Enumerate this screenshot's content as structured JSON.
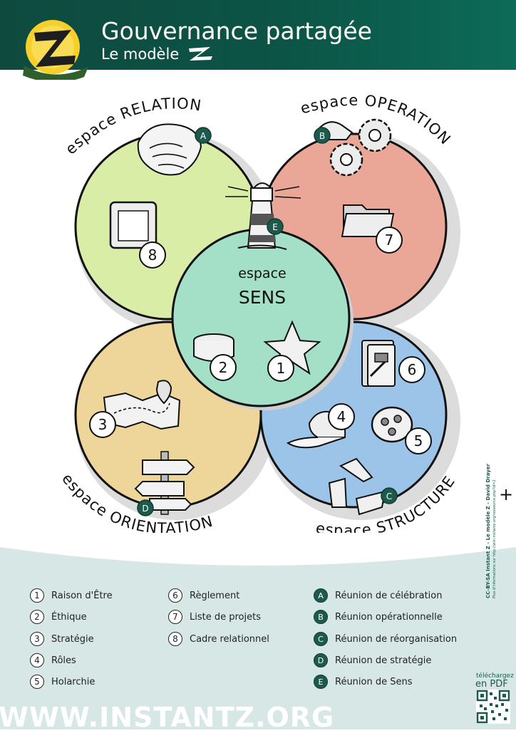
{
  "header": {
    "title": "Gouvernance partagée",
    "subtitle": "Le modèle",
    "logo_letter": "Z"
  },
  "spaces": {
    "relation": {
      "label": "espace RELATION",
      "color": "#d9eda6"
    },
    "operation": {
      "label": "espace OPERATION",
      "color": "#eaa697"
    },
    "orientation": {
      "label": "espace ORIENTATION",
      "color": "#eed59a"
    },
    "structure": {
      "label": "espace STRUCTURE",
      "color": "#9cc3e8"
    },
    "sens": {
      "label_top": "espace",
      "label_main": "SENS",
      "color": "#a3e0c7"
    }
  },
  "markers": {
    "n1": "1",
    "n2": "2",
    "n3": "3",
    "n4": "4",
    "n5": "5",
    "n6": "6",
    "n7": "7",
    "n8": "8",
    "A": "A",
    "B": "B",
    "C": "C",
    "D": "D",
    "E": "E"
  },
  "legend": {
    "numbers": [
      {
        "num": "1",
        "label": "Raison d'Être"
      },
      {
        "num": "2",
        "label": "Éthique"
      },
      {
        "num": "3",
        "label": "Stratégie"
      },
      {
        "num": "4",
        "label": "Rôles"
      },
      {
        "num": "5",
        "label": "Holarchie"
      },
      {
        "num": "6",
        "label": "Règlement"
      },
      {
        "num": "7",
        "label": "Liste de projets"
      },
      {
        "num": "8",
        "label": "Cadre relationnel"
      }
    ],
    "letters": [
      {
        "letter": "A",
        "label": "Réunion de célébration"
      },
      {
        "letter": "B",
        "label": "Réunion opérationnelle"
      },
      {
        "letter": "C",
        "label": "Réunion de réorganisation"
      },
      {
        "letter": "D",
        "label": "Réunion de stratégie"
      },
      {
        "letter": "E",
        "label": "Réunion de Sens"
      }
    ]
  },
  "footer": {
    "website": "WWW.INSTANTZ.ORG",
    "credit": "CC-BY-SA Instant Z - Le modèle Z - David Drayer",
    "credit_small": "Plus d'informations sur http://wiki.instantz.org/ressource.php?id=2",
    "download_1": "téléchargez",
    "download_2": "en PDF"
  },
  "plus_symbol": "+"
}
